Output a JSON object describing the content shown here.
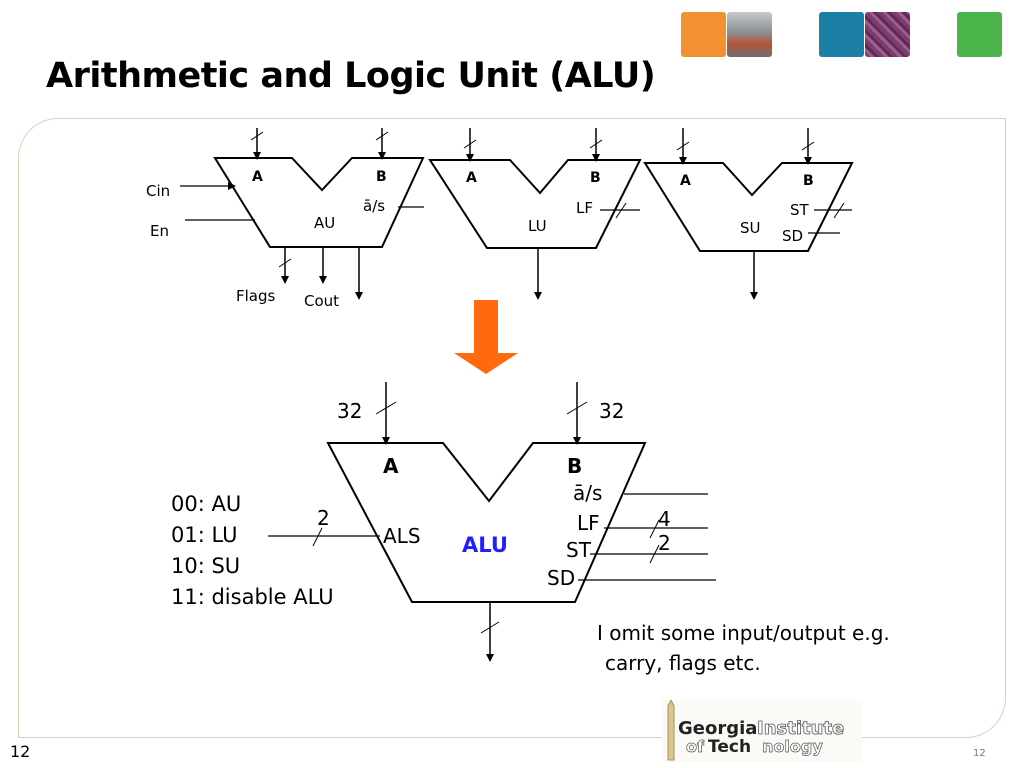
{
  "slide": {
    "title": "Arithmetic and Logic Unit (ALU)",
    "number_left": "12",
    "number_right": "12"
  },
  "colors": {
    "sq_orange": "#f29130",
    "sq_photo1": "#8a8f95",
    "sq_teal": "#1b7fa6",
    "sq_purple": "#7a3d6f",
    "sq_green": "#4bb54c",
    "arrow": "#ff6a10",
    "alu_label": "#1f1fff"
  },
  "small_units": [
    {
      "name": "AU",
      "a": "A",
      "b": "B",
      "inputs_left": [
        "Cin",
        "En"
      ],
      "input_right": "ā/s",
      "outputs": [
        "Flags",
        "Cout"
      ]
    },
    {
      "name": "LU",
      "a": "A",
      "b": "B",
      "input_right": "LF"
    },
    {
      "name": "SU",
      "a": "A",
      "b": "B",
      "inputs_right": [
        "ST",
        "SD"
      ]
    }
  ],
  "alu": {
    "name": "ALU",
    "a": "A",
    "b": "B",
    "width_a": "32",
    "width_b": "32",
    "als": "ALS",
    "als_width": "2",
    "right_inputs": [
      "ā/s",
      "LF",
      "ST",
      "SD"
    ],
    "lf_width": "4",
    "st_width": "2",
    "codes": [
      "00: AU",
      "01: LU",
      "10: SU",
      "11: disable ALU"
    ]
  },
  "note": [
    "I omit some input/output e.g.",
    "carry, flags etc."
  ],
  "logo": {
    "line1a": "Georgia",
    "line1b": "Institute",
    "line2a": "of",
    "line2b": "Tech",
    "line2c": "nology"
  }
}
